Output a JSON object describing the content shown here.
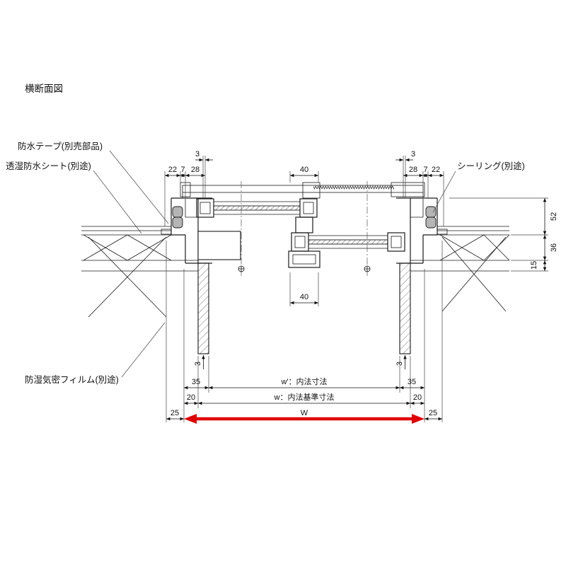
{
  "title": "横断面図",
  "callouts": {
    "waterproof_tape": "防水テープ(別売部品)",
    "breathable_sheet": "透湿防水シート(別途)",
    "sealing": "シーリング(別途)",
    "moisture_film": "防湿気密フィルム(別途)"
  },
  "dims": {
    "top_left": {
      "d22": "22",
      "d7": "7",
      "d28": "28",
      "d3": "3"
    },
    "top_right": {
      "d28": "28",
      "d7": "7",
      "d22": "22",
      "d3": "3"
    },
    "center_top_40": "40",
    "center_bottom_40": "40",
    "right_side": {
      "d52": "52",
      "d36": "36",
      "d15": "15"
    },
    "bottom": {
      "left35": "35",
      "right35": "35",
      "left20": "20",
      "right20": "20",
      "left25": "25",
      "right25": "25",
      "left3": "3",
      "right3": "3",
      "w_inner": "w'：内法寸法",
      "w_base": "w：内法基準寸法",
      "W": "W"
    }
  },
  "colors": {
    "ink": "#1a1a1a",
    "red": "#e00000",
    "seal_gray": "#b5b5b5"
  }
}
